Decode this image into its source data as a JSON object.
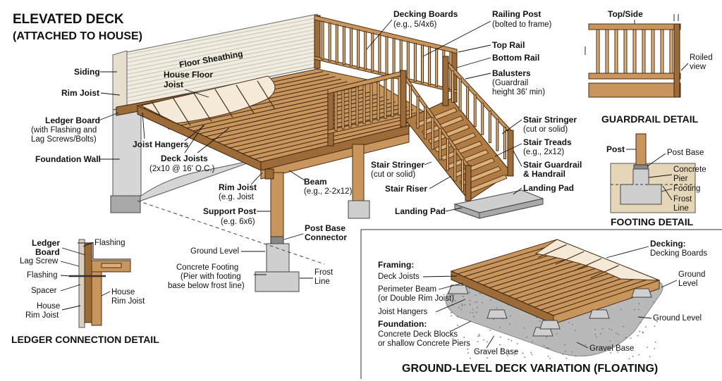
{
  "title": {
    "line1": "ELEVATED DECK",
    "line2": "(ATTACHED TO HOUSE)"
  },
  "main_labels": {
    "siding": "Siding",
    "floor_sheathing": "Floor Sheathing",
    "house_floor_joist": [
      "House Floor",
      "Joist"
    ],
    "rim_joist": "Rim Joist",
    "ledger_board": [
      "Ledger Board",
      "(with Flashing and",
      "Lag Screws/Bolts)"
    ],
    "joist_hangers": "Joist Hangers",
    "foundation_wall": "Foundation Wall",
    "deck_joists": [
      "Deck Joists",
      "(2x10 @ 16' O.C.)"
    ],
    "rim_joist_front": [
      "Rim Joist",
      "(e.g. Joist"
    ],
    "beam": [
      "Beam",
      "(e.g., 2-2x12)"
    ],
    "support_post": [
      "Support Post",
      "(e.g. 6x6)"
    ],
    "post_base_connector": [
      "Post Base",
      "Connector"
    ],
    "ground_level": "Ground Level",
    "concrete_footing": [
      "Concrete Footing",
      "(Pier with footing",
      "base below frost line)"
    ],
    "frost_line": [
      "Frost",
      "Line"
    ],
    "decking_boards": [
      "Decking Boards",
      "(e.g., 5/4x6)"
    ],
    "railing_post": [
      "Railing Post",
      "(bolted to frame)"
    ],
    "top_rail": "Top Rail",
    "bottom_rail": "Bottom Rail",
    "balusters": [
      "Balusters",
      "(Guardrail",
      "height 36' min)"
    ],
    "stair_stringer_right": [
      "Stair Stringer",
      "(cut or solid)"
    ],
    "stair_treads": [
      "Stair Treads",
      "(e.g., 2x12)"
    ],
    "stair_guardrail": [
      "Stair Guardrail",
      "& Handrail"
    ],
    "landing_pad_right": "Landing Pad",
    "stair_stringer_left": [
      "Stair Stringer",
      "(cut or solid)"
    ],
    "stair_riser": "Stair Riser",
    "landing_pad_bottom": "Landing Pad"
  },
  "guardrail_detail": {
    "title": "GUARDRAIL DETAIL",
    "top_side": "Top/Side",
    "roiled_view": [
      "Roiled",
      "view"
    ]
  },
  "footing_detail": {
    "title": "FOOTING DETAIL",
    "post": "Post",
    "post_base": "Post Base",
    "concrete_pier": [
      "Concrete",
      "Pier"
    ],
    "footing": "Footing",
    "frost_line": [
      "Frost",
      "Line"
    ]
  },
  "ledger_detail": {
    "title": "LEDGER CONNECTION DETAIL",
    "ledger_board": [
      "Ledger",
      "Board"
    ],
    "flashing_top": "Flashing",
    "lag_screw": "Lag Screw",
    "flashing": "Flashing",
    "spacer": "Spacer",
    "house_rim_joist_left": [
      "House",
      "Rim Joist"
    ],
    "house_rim_joist_right": [
      "House",
      "Rim Joist"
    ]
  },
  "ground_deck": {
    "title": "GROUND-LEVEL DECK VARIATION (FLOATING)",
    "framing": "Framing:",
    "deck_joists": "Deck Joists",
    "perimeter_beam": [
      "Perimeter Beam",
      "(or Double Rim Joist)"
    ],
    "joist_hangers": "Joist Hangers",
    "foundation": "Foundation:",
    "foundation_desc": [
      "Concrete Deck Blocks",
      "or shallow Concrete Piers"
    ],
    "gravel_base_left": "Gravel Base",
    "gravel_base_right": "Gravel Base",
    "ground_level_right": "Ground Level",
    "ground_level_top": [
      "Ground",
      "Level"
    ],
    "decking": "Decking:",
    "decking_boards": "Decking Boards"
  },
  "colors": {
    "wood": "#c8965c",
    "wood_dark": "#9c6b38",
    "concrete": "#cfcfcf",
    "siding": "#f1ece0",
    "gravel": "#b9b9b9"
  }
}
